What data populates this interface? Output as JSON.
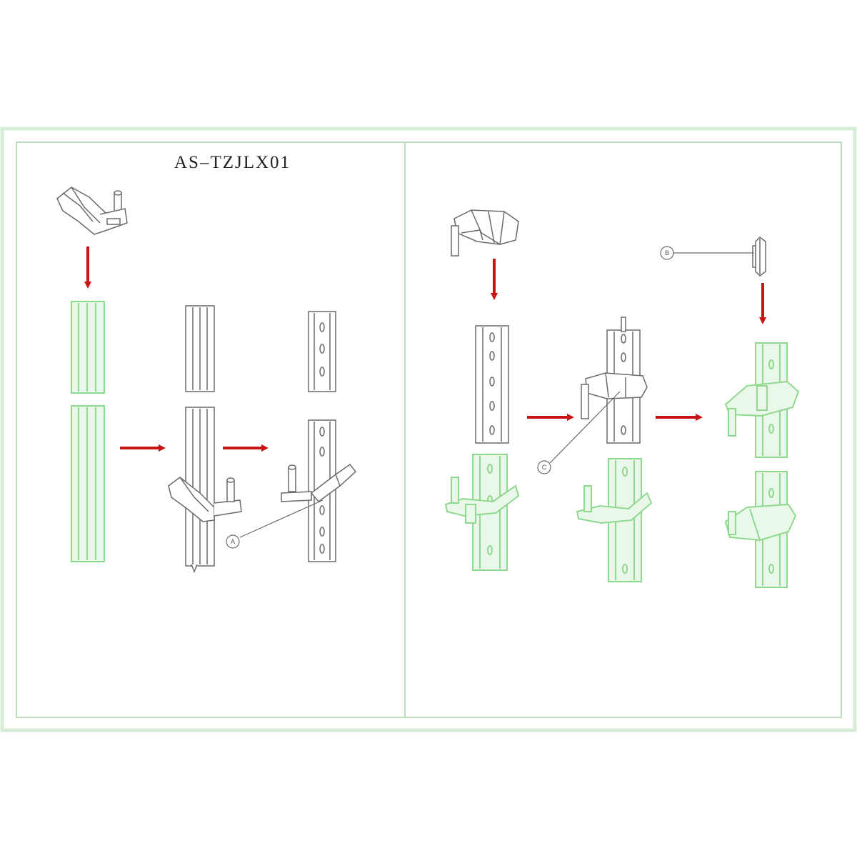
{
  "diagram": {
    "model_code": "AS–TZJLX01",
    "callouts": [
      {
        "id": "callout-a",
        "letter": "A"
      },
      {
        "id": "callout-c",
        "letter": "C"
      },
      {
        "id": "callout-b",
        "letter": "B"
      }
    ],
    "colors": {
      "frame_border": "#d6ecd6",
      "panel_border": "#bcdcbc",
      "arrow": "#c81414",
      "line_art": "#6a6a6a",
      "highlight": "#8fd98f",
      "highlight_fill": "#eaf8ea"
    }
  }
}
